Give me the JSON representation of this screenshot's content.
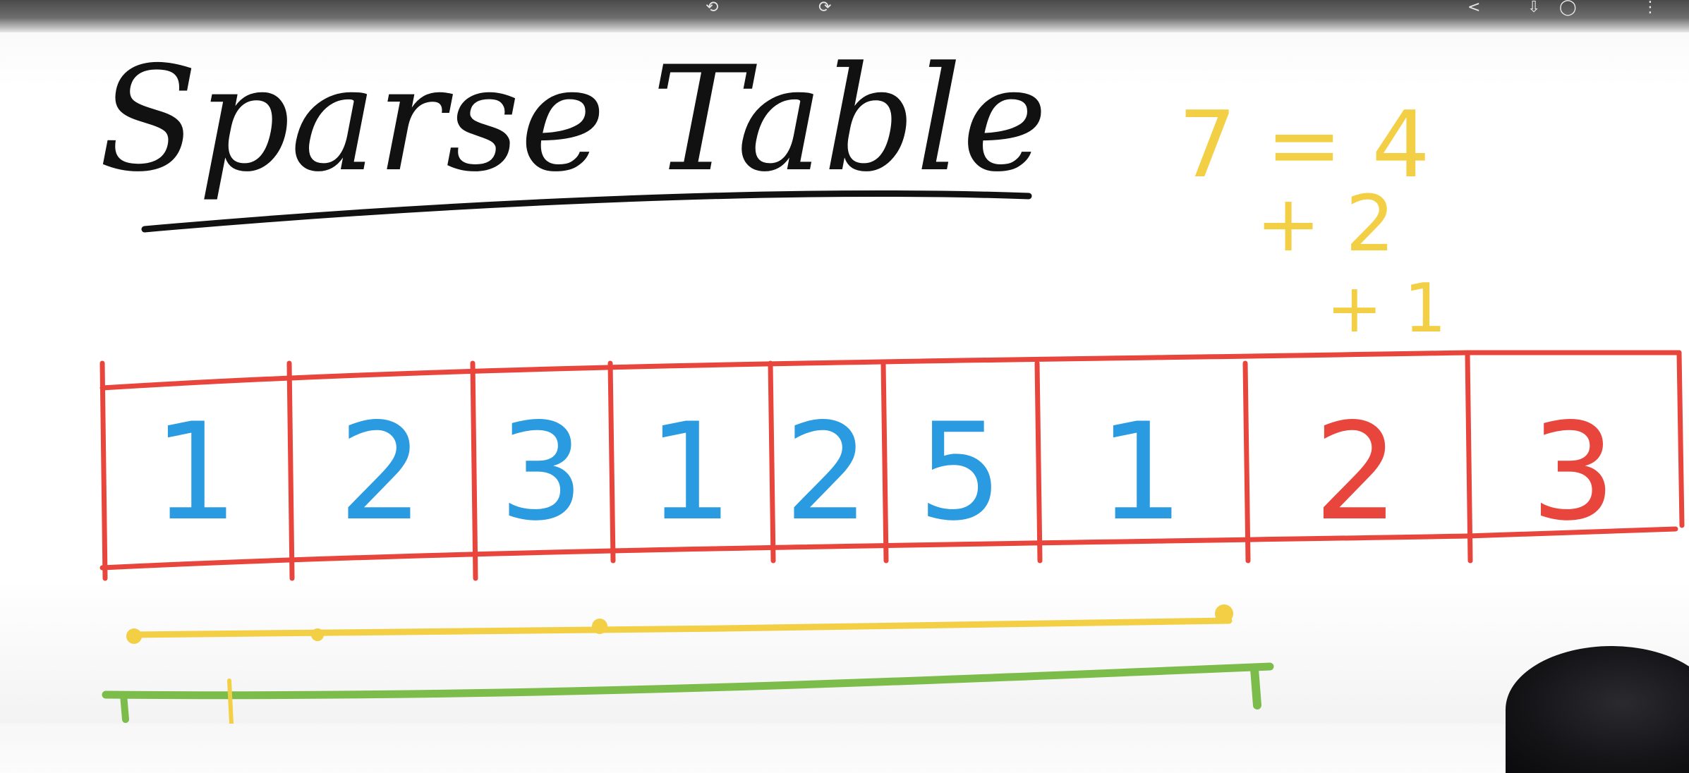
{
  "topbar": {
    "controls": [
      "(",
      "⟲",
      "⟳",
      "<",
      "⇩",
      "◯",
      "⋮"
    ]
  },
  "board": {
    "title": "Sparse Table",
    "array": [
      "1",
      "2",
      "3",
      "1",
      "2",
      "5",
      "1",
      "2",
      "3"
    ],
    "calc": {
      "line1": "7 = 4",
      "line2": "+ 2",
      "line3": "+ 1"
    }
  },
  "colors": {
    "red": "#e8453c",
    "blue": "#2a9be0",
    "yellow": "#f2cf45",
    "green": "#7cbc4a",
    "black": "#111111"
  }
}
